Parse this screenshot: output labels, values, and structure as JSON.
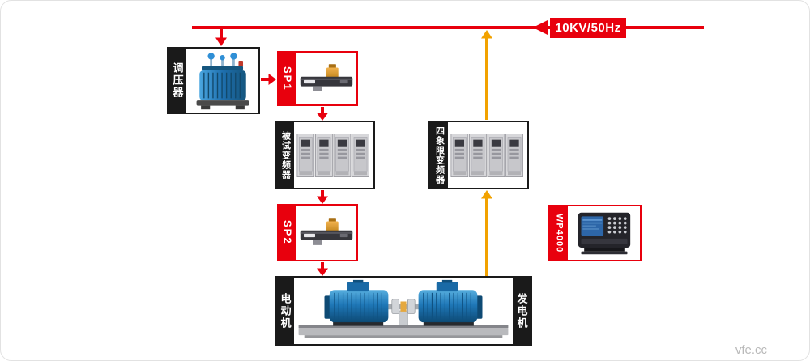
{
  "colors": {
    "red": "#e8000d",
    "orange": "#f2a200",
    "black": "#1a1a1a"
  },
  "source": {
    "label": "10KV/50Hz"
  },
  "nodes": {
    "regulator": {
      "label": "调压器"
    },
    "sp1": {
      "label": "SP1"
    },
    "dut_inverter": {
      "label": "被试变频器"
    },
    "quad_inverter": {
      "label": "四象限变频器"
    },
    "sp2": {
      "label": "SP2"
    },
    "motor": {
      "label": "电动机"
    },
    "generator": {
      "label": "发电机"
    },
    "analyzer": {
      "label": "WP4000"
    }
  },
  "watermark": "vfe.cc"
}
